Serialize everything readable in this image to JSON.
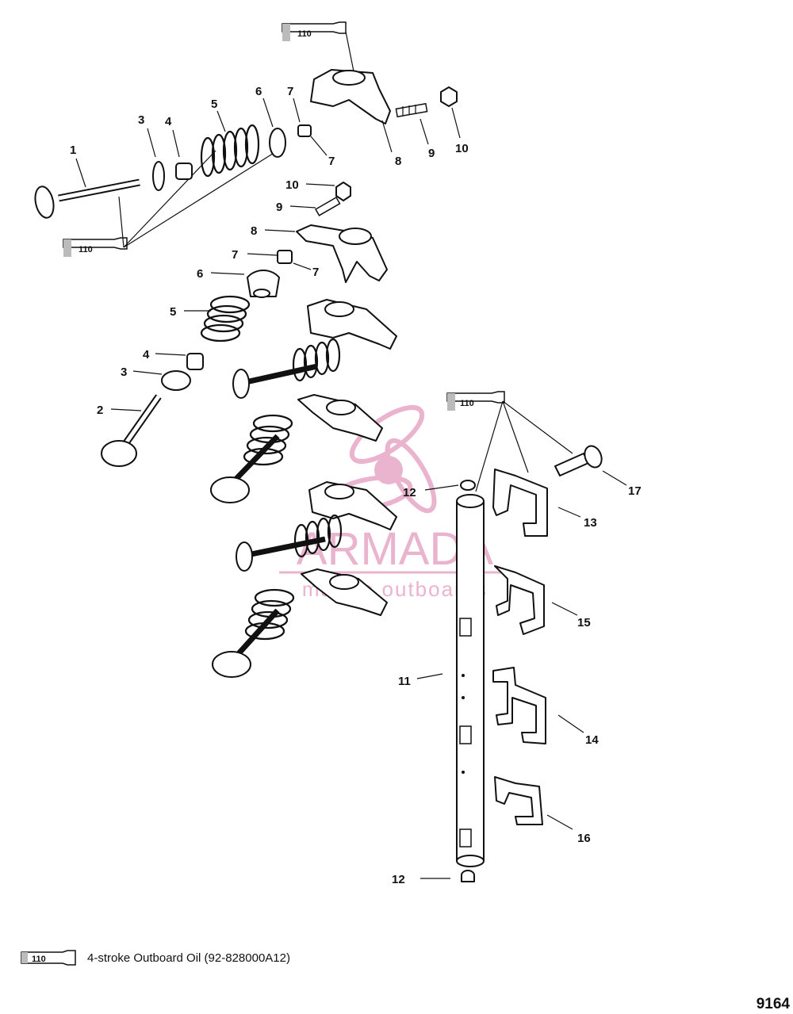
{
  "tube_label": "110",
  "callouts": [
    {
      "id": "c1",
      "text": "1"
    },
    {
      "id": "c3a",
      "text": "3"
    },
    {
      "id": "c4a",
      "text": "4"
    },
    {
      "id": "c5a",
      "text": "5"
    },
    {
      "id": "c6a",
      "text": "6"
    },
    {
      "id": "c7a",
      "text": "7"
    },
    {
      "id": "c7b",
      "text": "7"
    },
    {
      "id": "c8a",
      "text": "8"
    },
    {
      "id": "c9a",
      "text": "9"
    },
    {
      "id": "c10a",
      "text": "10"
    },
    {
      "id": "c10b",
      "text": "10"
    },
    {
      "id": "c9b",
      "text": "9"
    },
    {
      "id": "c8b",
      "text": "8"
    },
    {
      "id": "c7c",
      "text": "7"
    },
    {
      "id": "c7d",
      "text": "7"
    },
    {
      "id": "c6b",
      "text": "6"
    },
    {
      "id": "c5b",
      "text": "5"
    },
    {
      "id": "c4b",
      "text": "4"
    },
    {
      "id": "c3b",
      "text": "3"
    },
    {
      "id": "c2",
      "text": "2"
    },
    {
      "id": "c12a",
      "text": "12"
    },
    {
      "id": "c17",
      "text": "17"
    },
    {
      "id": "c13",
      "text": "13"
    },
    {
      "id": "c15",
      "text": "15"
    },
    {
      "id": "c11",
      "text": "11"
    },
    {
      "id": "c14",
      "text": "14"
    },
    {
      "id": "c16",
      "text": "16"
    },
    {
      "id": "c12b",
      "text": "12"
    }
  ],
  "watermark": {
    "brand": "ARMADA",
    "tagline": "marine outboards"
  },
  "legend": {
    "tube_label": "110",
    "text": "4-stroke Outboard Oil (92-828000A12)"
  },
  "diagram_number": "9164"
}
